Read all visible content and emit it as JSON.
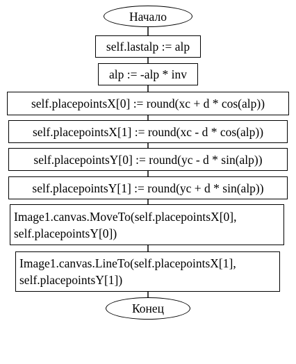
{
  "flowchart": {
    "start": "Начало",
    "end": "Конец",
    "steps": [
      "self.lastalp := alp",
      "alp := -alp * inv",
      "self.placepointsX[0] := round(xc + d * cos(alp))",
      "self.placepointsX[1] := round(xc - d * cos(alp))",
      "self.placepointsY[0] := round(yc - d * sin(alp))",
      "self.placepointsY[1] := round(yc + d * sin(alp))",
      "Image1.canvas.MoveTo(self.placepointsX[0],\nself.placepointsY[0])",
      "Image1.canvas.LineTo(self.placepointsX[1],\nself.placepointsY[1])"
    ]
  }
}
